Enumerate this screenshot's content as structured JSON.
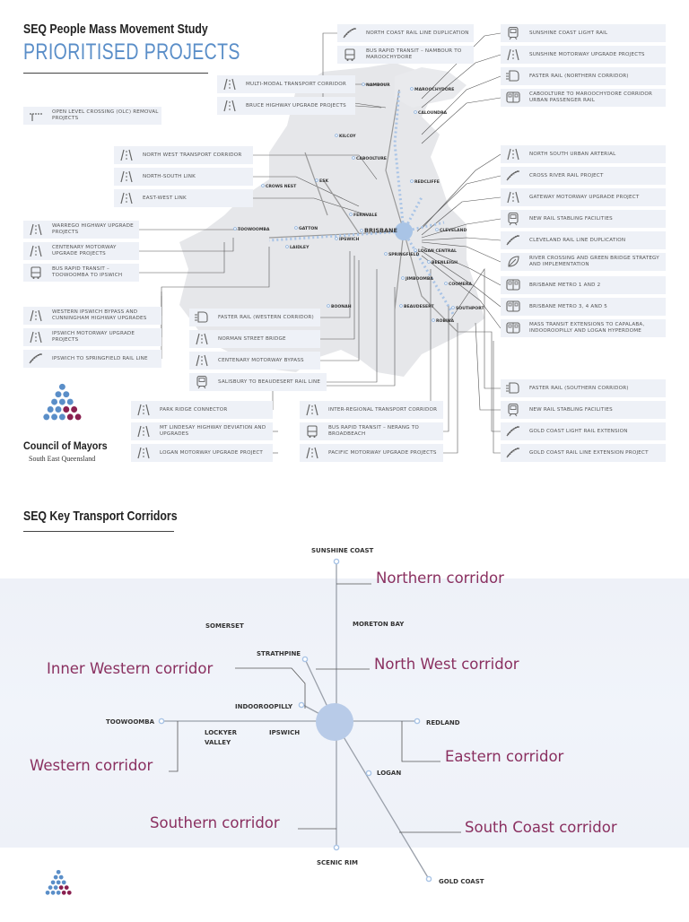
{
  "header": {
    "study_title": "SEQ People Mass Movement Study",
    "section_title": "PRIORITISED PROJECTS"
  },
  "colors": {
    "accent_blue": "#5a8ec8",
    "corridor_label": "#8a3060",
    "logo_blue": "#5a8ec8",
    "logo_maroon": "#8a2050",
    "card_bg": "#eef1f7"
  },
  "projects": [
    {
      "label": "NORTH COAST RAIL LINE DUPLICATION",
      "icon": "rail-icon"
    },
    {
      "label": "BUS RAPID TRANSIT – NAMBOUR TO MAROOCHYDORE",
      "icon": "bus-icon"
    },
    {
      "label": "MULTI-MODAL TRANSPORT CORRIDOR",
      "icon": "road-icon"
    },
    {
      "label": "BRUCE HIGHWAY UPGRADE PROJECTS",
      "icon": "road-icon"
    },
    {
      "label": "OPEN LEVEL CROSSING (OLC) REMOVAL PROJECTS",
      "icon": "level-crossing-icon"
    },
    {
      "label": "NORTH WEST TRANSPORT CORRIDOR",
      "icon": "road-icon"
    },
    {
      "label": "NORTH-SOUTH LINK",
      "icon": "road-icon"
    },
    {
      "label": "EAST-WEST LINK",
      "icon": "road-icon"
    },
    {
      "label": "WARREGO HIGHWAY UPGRADE PROJECTS",
      "icon": "road-icon"
    },
    {
      "label": "CENTENARY MOTORWAY UPGRADE PROJECTS",
      "icon": "road-icon"
    },
    {
      "label": "BUS RAPID TRANSIT – TOOWOOMBA TO IPSWICH",
      "icon": "bus-icon"
    },
    {
      "label": "WESTERN IPSWICH BYPASS AND CUNNINGHAM HIGHWAY UPGRADES",
      "icon": "road-icon"
    },
    {
      "label": "IPSWICH MOTORWAY UPGRADE PROJECTS",
      "icon": "road-icon"
    },
    {
      "label": "IPSWICH TO SPRINGFIELD RAIL LINE",
      "icon": "rail-icon"
    },
    {
      "label": "FASTER RAIL (WESTERN CORRIDOR)",
      "icon": "fast-train-icon"
    },
    {
      "label": "NORMAN STREET BRIDGE",
      "icon": "road-icon"
    },
    {
      "label": "CENTENARY MOTORWAY BYPASS",
      "icon": "road-icon"
    },
    {
      "label": "SALISBURY TO BEAUDESERT RAIL LINE",
      "icon": "train-icon"
    },
    {
      "label": "PARK RIDGE CONNECTOR",
      "icon": "road-icon"
    },
    {
      "label": "MT LINDESAY HIGHWAY DEVIATION AND UPGRADES",
      "icon": "road-icon"
    },
    {
      "label": "LOGAN MOTORWAY UPGRADE PROJECT",
      "icon": "road-icon"
    },
    {
      "label": "INTER-REGIONAL TRANSPORT CORRIDOR",
      "icon": "road-icon"
    },
    {
      "label": "BUS RAPID TRANSIT – NERANG TO BROADBEACH",
      "icon": "bus-icon"
    },
    {
      "label": "PACIFIC MOTORWAY UPGRADE PROJECTS",
      "icon": "road-icon"
    },
    {
      "label": "SUNSHINE COAST LIGHT RAIL",
      "icon": "train-icon"
    },
    {
      "label": "SUNSHINE MOTORWAY UPGRADE PROJECTS",
      "icon": "road-icon"
    },
    {
      "label": "FASTER RAIL (NORTHERN CORRIDOR)",
      "icon": "fast-train-icon"
    },
    {
      "label": "CABOOLTURE TO MAROOCHYDORE CORRIDOR URBAN PASSENGER RAIL",
      "icon": "metro-icon"
    },
    {
      "label": "NORTH SOUTH URBAN ARTERIAL",
      "icon": "road-icon"
    },
    {
      "label": "CROSS RIVER RAIL PROJECT",
      "icon": "rail-icon"
    },
    {
      "label": "GATEWAY MOTORWAY UPGRADE PROJECT",
      "icon": "road-icon"
    },
    {
      "label": "NEW RAIL STABLING FACILITIES",
      "icon": "train-icon"
    },
    {
      "label": "CLEVELAND RAIL LINE DUPLICATION",
      "icon": "rail-icon"
    },
    {
      "label": "RIVER CROSSING AND GREEN BRIDGE STRATEGY AND IMPLEMENTATION",
      "icon": "leaf-icon"
    },
    {
      "label": "BRISBANE METRO 1 AND 2",
      "icon": "metro-icon"
    },
    {
      "label": "BRISBANE METRO 3, 4 AND 5",
      "icon": "metro-icon"
    },
    {
      "label": "MASS TRANSIT EXTENSIONS TO CAPALABA, INDOOROOPILLY AND LOGAN HYPERDOME",
      "icon": "metro-icon"
    },
    {
      "label": "FASTER RAIL (SOUTHERN CORRIDOR)",
      "icon": "fast-train-icon"
    },
    {
      "label": "NEW RAIL STABLING FACILITIES",
      "icon": "train-icon"
    },
    {
      "label": "GOLD COAST LIGHT RAIL EXTENSION",
      "icon": "rail-icon"
    },
    {
      "label": "GOLD COAST RAIL LINE EXTENSION PROJECT",
      "icon": "rail-icon"
    }
  ],
  "map_places": [
    "NAMBOUR",
    "MAROOCHYDORE",
    "CALOUNDRA",
    "KILCOY",
    "CABOOLTURE",
    "REDCLIFFE",
    "CROWS NEST",
    "ESK",
    "FERNVALE",
    "TOOWOOMBA",
    "GATTON",
    "LAIDLEY",
    "IPSWICH",
    "BRISBANE",
    "CLEVELAND",
    "LOGAN CENTRAL",
    "SPRINGFIELD",
    "BEENLEIGH",
    "JIMBOOMBA",
    "COOMERA",
    "BOONAH",
    "BEAUDESERT",
    "SOUTHPORT",
    "ROBINA"
  ],
  "logo": {
    "name": "Council of Mayors",
    "region": "South East Queensland"
  },
  "corridors_section": {
    "title": "SEQ Key Transport Corridors",
    "places": [
      "SUNSHINE COAST",
      "SOMERSET",
      "MORETON BAY",
      "STRATHPINE",
      "INDOOROOPILLY",
      "TOOWOOMBA",
      "LOCKYER VALLEY",
      "IPSWICH",
      "REDLAND",
      "LOGAN",
      "SCENIC RIM",
      "GOLD COAST"
    ],
    "corridors": [
      "Northern corridor",
      "Inner Western corridor",
      "North West corridor",
      "Western corridor",
      "Eastern corridor",
      "Southern corridor",
      "South Coast corridor"
    ]
  }
}
